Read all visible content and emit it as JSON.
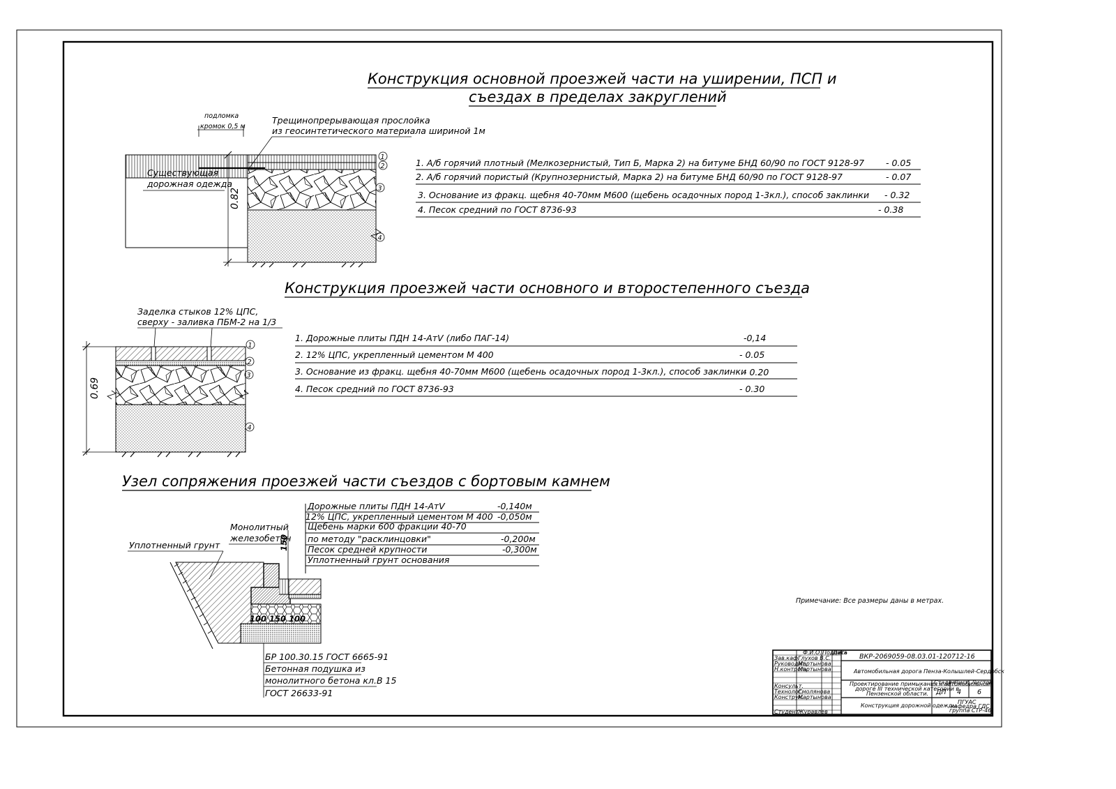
{
  "section1": {
    "title_line1": "Конструкция основной проезжей части на уширении, ПСП и",
    "title_line2": "съездах в пределах закруглений",
    "label_break_1": "подломка",
    "label_break_2": "кромок 0,5 м",
    "label_interlayer_1": "Трещинопрерывающая прослойка",
    "label_interlayer_2": "из геосинтетического материала шириной  1м",
    "label_existing_1": "Существующая",
    "label_existing_2": "дорожная одежда",
    "dim_total": "0.82",
    "markers": [
      "1",
      "2",
      "3",
      "4"
    ],
    "layers": [
      {
        "text": "1. А/б горячий плотный (Мелкозернистый, Тип Б, Марка 2)  на битуме БНД 60/90  по ГОСТ 9128-97",
        "value": "- 0.05"
      },
      {
        "text": "2. А/б горячий пористый (Крупнозернистый, Марка 2)  на битуме БНД 60/90  по ГОСТ 9128-97",
        "value": "- 0.07"
      },
      {
        "text": "3. Основание из фракц. щебня 40-70мм М600 (щебень осадочных пород 1-3кл.), способ заклинки",
        "value": "- 0.32"
      },
      {
        "text": "4. Песок средний по ГОСТ 8736-93",
        "value": "- 0.38"
      }
    ]
  },
  "section2": {
    "title": "Конструкция проезжей части основного и второстепенного  съезда",
    "label_joint_1": "Заделка стыков 12% ЦПС,",
    "label_joint_2": "сверху - заливка ПБМ-2 на 1/3",
    "dim_total": "0.69",
    "markers": [
      "1",
      "2",
      "3",
      "4"
    ],
    "layers": [
      {
        "text": "1. Дорожные плиты ПДН 14-АтV (либо ПАГ-14)",
        "value": "-0,14"
      },
      {
        "text": "2. 12% ЦПС, укрепленный цементом М 400",
        "value": "- 0.05"
      },
      {
        "text": "3. Основание из фракц. щебня 40-70мм М600 (щебень осадочных пород 1-3кл.), способ заклинки",
        "value": "- 0.20"
      },
      {
        "text": "4. Песок средний по ГОСТ 8736-93",
        "value": "- 0.30"
      }
    ]
  },
  "section3": {
    "title": "Узел сопряжения проезжей части съездов с бортовым камнем",
    "label_monolith_1": "Монолитный",
    "label_monolith_2": "железобетон",
    "label_soil": "Уплотненный грунт",
    "dim_150": "150",
    "dim_bottom": "100 150 100",
    "layers": [
      {
        "text": "Дорожные плиты ПДН 14-АтV",
        "value": "-0,140м"
      },
      {
        "text": "12% ЦПС, укрепленный цементом М 400",
        "value": "-0,050м"
      },
      {
        "text": "Щебень  марки 600 фракции 40-70",
        "value": ""
      },
      {
        "text": "по методу \"расклинцовки\"",
        "value": "-0,200м"
      },
      {
        "text": "Песок средней крупности",
        "value": "-0,300м"
      },
      {
        "text": "Уплотненный грунт основания",
        "value": ""
      }
    ],
    "stone_lines": [
      "БР  100.30.15    ГОСТ   6665-91",
      "Бетонная подушка из",
      "монолитного бетона кл.В 15",
      "ГОСТ   26633-91"
    ]
  },
  "note": "Примечание: Все размеры даны в метрах.",
  "stamp": {
    "code": "ВКР-2069059-08.03.01-120712-16",
    "road": "Автомобильная дорога Пенза-Колышлей-Сердобск",
    "project_1": "Проектирование примыкания к автомобильной",
    "project_2": "дороге III технической категории в",
    "project_3": "Пензенской области.",
    "sheet_title": "Конструкция дорожной одежды",
    "col_fio": "Ф.И.О.",
    "col_sign": "Подпись",
    "col_date": "Дата",
    "col_stage": "Стадия",
    "col_sheet": "Лист",
    "col_sheets": "Листов",
    "stage": "ДП",
    "sheet": "4",
    "sheets": "6",
    "org_1": "ПГУАС",
    "org_2": "кафедра ГДС",
    "org_3": "группа СТР-46",
    "roles": [
      {
        "role": "Зав.каф.",
        "name": "Глухов В.С."
      },
      {
        "role": "Руководит.",
        "name": "Мартынова"
      },
      {
        "role": "Н.контроль",
        "name": "Мартынова"
      },
      {
        "role": "",
        "name": ""
      },
      {
        "role": "Консульт.",
        "name": ""
      },
      {
        "role": "Технолог.",
        "name": "Смолянова"
      },
      {
        "role": "Конструк.",
        "name": "Мартынова"
      },
      {
        "role": "",
        "name": ""
      },
      {
        "role": "Студент",
        "name": "Журавлев"
      }
    ]
  }
}
